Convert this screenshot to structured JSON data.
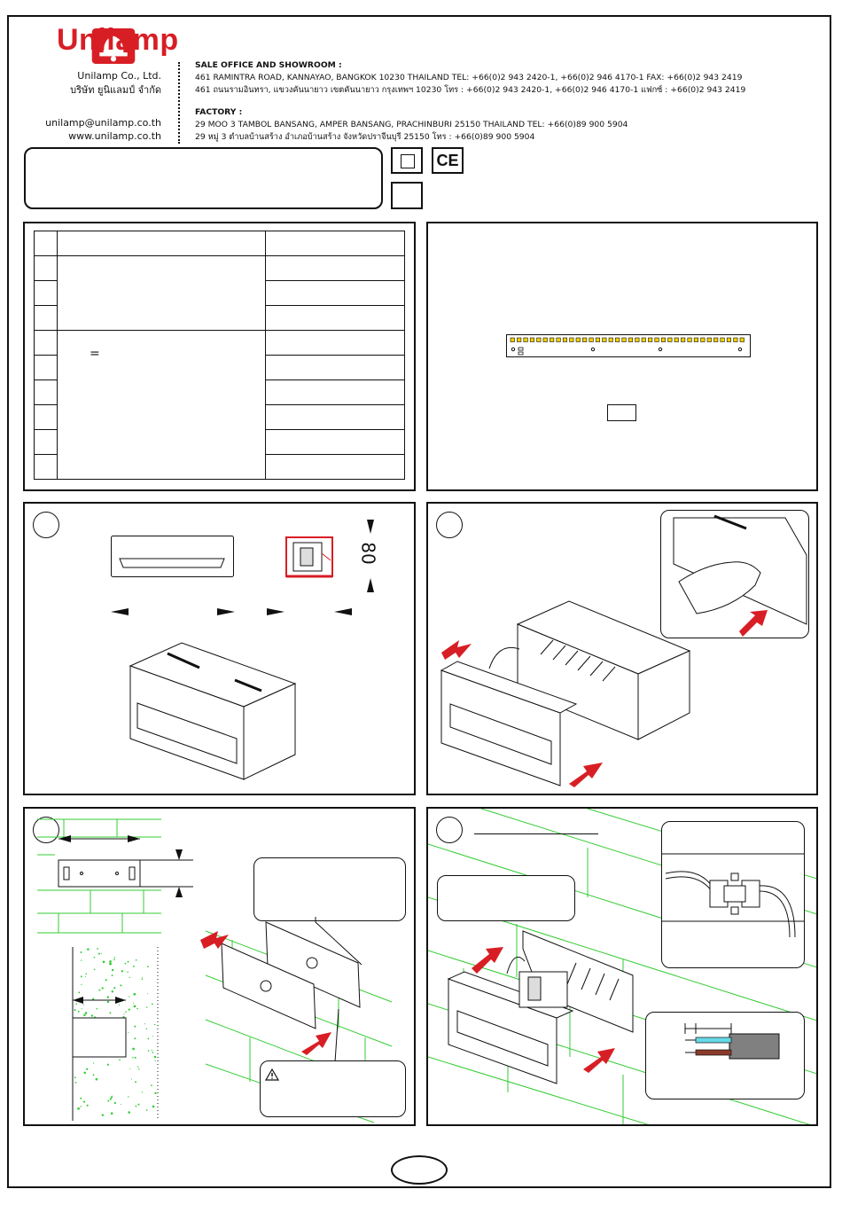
{
  "brand": {
    "name": "Unilamp",
    "color": "#d81e25",
    "logo_icon": "lamp-bell-icon"
  },
  "company": {
    "name_en": "Unilamp Co., Ltd.",
    "name_th": "บริษัท ยูนิแลมป์ จำกัด",
    "email": "unilamp@unilamp.co.th",
    "website": "www.unilamp.co.th"
  },
  "sale_office": {
    "heading": "SALE OFFICE AND SHOWROOM :",
    "address_en": "461 RAMINTRA ROAD, KANNAYAO, BANGKOK 10230 THAILAND TEL: +66(0)2 943 2420-1, +66(0)2 946 4170-1 FAX: +66(0)2 943 2419",
    "address_th": "461 ถนนรามอินทรา, แขวงคันนายาว เขตคันนายาว กรุงเทพฯ 10230 โทร : +66(0)2 943 2420-1, +66(0)2 946 4170-1 แฟกซ์ : +66(0)2 943 2419"
  },
  "factory": {
    "heading": "FACTORY :",
    "address_en": "29 MOO 3 TAMBOL BANSANG, AMPER BANSANG, PRACHINBURI 25150 THAILAND TEL: +66(0)89 900 5904",
    "address_th": "29 หมู่ 3 ตำบลบ้านสร้าง อำเภอบ้านสร้าง จังหวัดปราจีนบุรี 25150 โทร : +66(0)89 900 5904"
  },
  "certifications": {
    "class2_icon": "double-square-icon",
    "ce_mark": "CE"
  },
  "spec_table": {
    "equal_sign": "="
  },
  "dimensions": {
    "height_label": "80"
  },
  "step_numbers": [
    "",
    "",
    "",
    ""
  ]
}
